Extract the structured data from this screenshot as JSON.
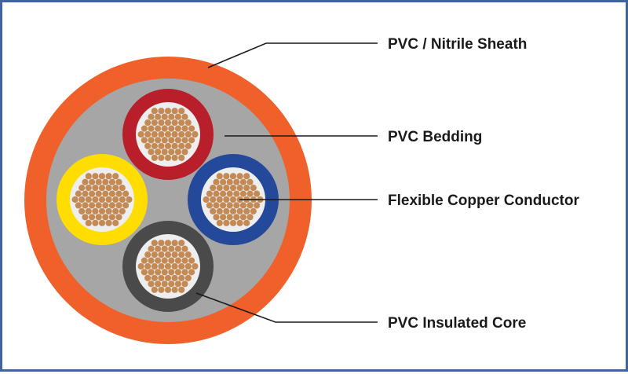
{
  "diagram": {
    "labels": {
      "sheath": "PVC / Nitrile Sheath",
      "bedding": "PVC Bedding",
      "conductor": "Flexible Copper Conductor",
      "core": "PVC Insulated Core"
    }
  },
  "colors": {
    "frame_border": "#3f63a3",
    "sheath": "#f0602a",
    "bedding": "#a6a6a6",
    "core_red": "#b81f2a",
    "core_blue": "#24489a",
    "core_yellow": "#ffdd00",
    "core_black": "#4a4a4a",
    "conductor_bg": "#eeeeee",
    "copper_strand": "#c38a55",
    "leader_line": "#1a1a1a"
  },
  "cores": [
    {
      "name": "red-core",
      "color_key": "core_red"
    },
    {
      "name": "blue-core",
      "color_key": "core_blue"
    },
    {
      "name": "yellow-core",
      "color_key": "core_yellow"
    },
    {
      "name": "black-core",
      "color_key": "core_black"
    }
  ]
}
